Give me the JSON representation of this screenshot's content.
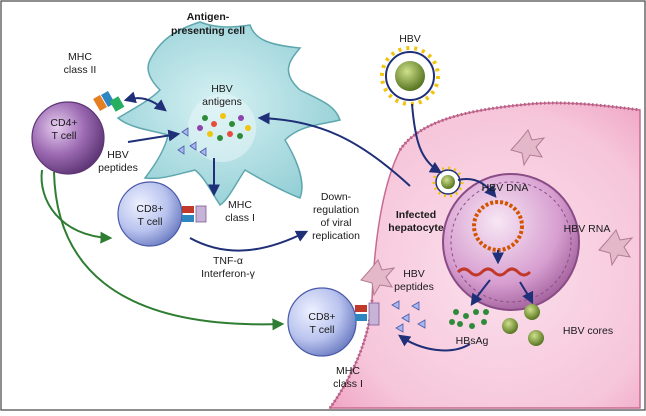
{
  "labels": {
    "apc_line1": "Antigen-",
    "apc_line2": "presenting cell",
    "hbv": "HBV",
    "mhc2_line1": "MHC",
    "mhc2_line2": "class II",
    "cd4_line1": "CD4+",
    "cd4_line2": "T cell",
    "hbv_antigens_line1": "HBV",
    "hbv_antigens_line2": "antigens",
    "hbv_peptides_left_line1": "HBV",
    "hbv_peptides_left_line2": "peptides",
    "cd8_top_line1": "CD8+",
    "cd8_top_line2": "T cell",
    "mhc1_top_line1": "MHC",
    "mhc1_top_line2": "class I",
    "downreg_line1": "Down-",
    "downreg_line2": "regulation",
    "downreg_line3": "of viral",
    "downreg_line4": "replication",
    "tnf": "TNF-α",
    "ifn": "Interferon-γ",
    "infected_line1": "Infected",
    "infected_line2": "hepatocyte",
    "hbv_dna": "HBV DNA",
    "hbv_rna": "HBV RNA",
    "hbv_peptides_right_line1": "HBV",
    "hbv_peptides_right_line2": "peptides",
    "cd8_bottom_line1": "CD8+",
    "cd8_bottom_line2": "T cell",
    "hbsag": "HBsAg",
    "hbv_cores": "HBV cores",
    "mhc1_bottom_line1": "MHC",
    "mhc1_bottom_line2": "class I"
  },
  "colors": {
    "hepatocyte": "#f7c9dc",
    "apc": "#a9dde2",
    "t_cell": "#b9c3ee",
    "cd4_cell": "#8a5a9e",
    "arrow_blue": "#1f2f78",
    "arrow_green": "#2e7d32",
    "virus": "#6b8f2a",
    "rna": "#c0392b"
  }
}
